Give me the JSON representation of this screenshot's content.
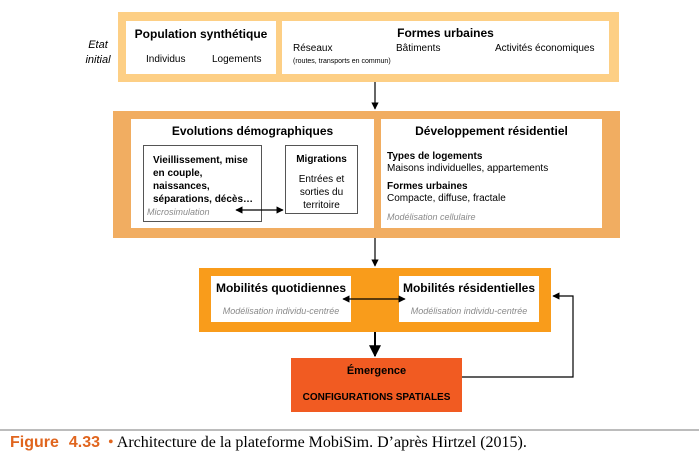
{
  "side_label": {
    "line1": "Etat",
    "line2": "initial"
  },
  "initial_state": {
    "population": {
      "title": "Population synthétique",
      "items": [
        "Individus",
        "Logements"
      ]
    },
    "urban_forms": {
      "title": "Formes urbaines",
      "networks": "Réseaux",
      "networks_detail": "(routes, transports en commun)",
      "buildings": "Bâtiments",
      "activities": "Activités économiques"
    }
  },
  "evolutions": {
    "title": "Evolutions démographiques",
    "life_events": "Vieillissement, mise en couple, naissances, séparations, décès…",
    "life_events_method": "Microsimulation",
    "migrations_title": "Migrations",
    "migrations_body": "Entrées et sorties du territoire"
  },
  "residential": {
    "title": "Développement résidentiel",
    "housing_types_title": "Types de logements",
    "housing_types_body": "Maisons individuelles, appartements",
    "urban_forms_title": "Formes urbaines",
    "urban_forms_body": "Compacte, diffuse, fractale",
    "method": "Modélisation cellulaire"
  },
  "mobility": {
    "daily_title": "Mobilités quotidiennes",
    "daily_method": "Modélisation individu-centrée",
    "residential_title": "Mobilités résidentielles",
    "residential_method": "Modélisation individu-centrée"
  },
  "emergence": {
    "title": "Émergence",
    "subtitle": "CONFIGURATIONS SPATIALES"
  },
  "caption": {
    "label": "Figure",
    "number": "4.33",
    "bullet": "•",
    "text": "Architecture de la plateforme MobiSim. D’après Hirtzel (2015)."
  },
  "colors": {
    "band_light": "#fdcf85",
    "band_medium": "#f1ad61",
    "band_strong": "#f99c1b",
    "emergence": "#f15b22",
    "caption_accent": "#e0651e"
  }
}
